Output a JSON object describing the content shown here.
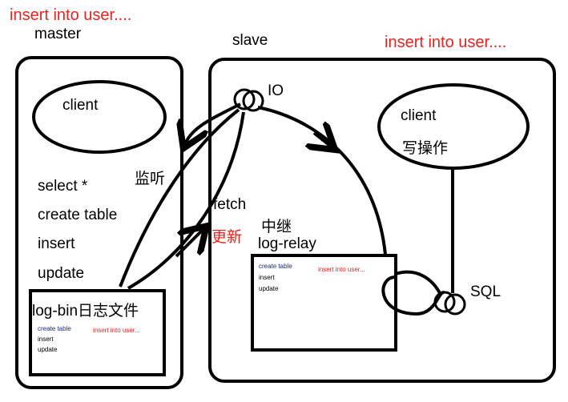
{
  "top_left_note": "insert into user....",
  "master": {
    "title": "master",
    "client": "client",
    "commands": [
      "select *",
      "create table",
      "insert",
      "update"
    ],
    "logbin": {
      "title": "log-bin日志文件",
      "lines": [
        "create table",
        "insert",
        "update"
      ],
      "note": "insert into user..."
    }
  },
  "slave": {
    "title": "slave",
    "top_note": "insert into user....",
    "io_label": "IO",
    "sql_label": "SQL",
    "client": "client",
    "client_sub": "写操作",
    "relay": {
      "title_cn": "中继",
      "title_en": "log-relay",
      "lines": [
        "create table",
        "insert",
        "update"
      ],
      "note": "insert into user..."
    }
  },
  "arrows": {
    "listen": "监听",
    "fetch": "fetch",
    "update": "更新"
  }
}
